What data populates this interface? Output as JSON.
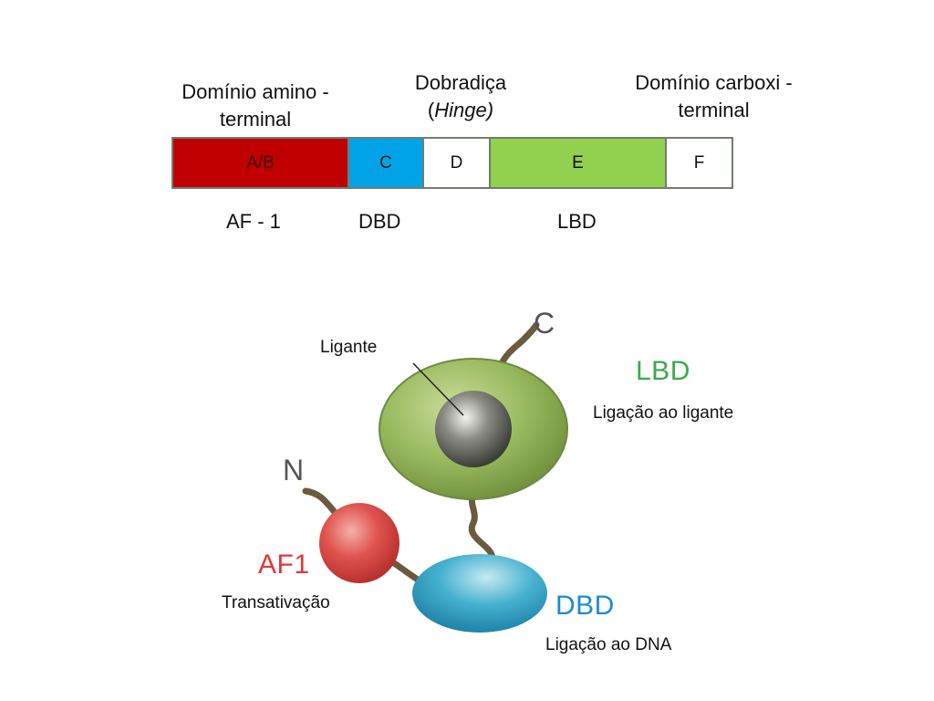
{
  "bar_diagram": {
    "headers": {
      "amino": "Domínio amino - terminal",
      "hinge_line1": "Dobradiça",
      "hinge_open": "(",
      "hinge_italic": "Hinge)",
      "carboxi": "Domínio carboxi - terminal"
    },
    "segments": [
      {
        "label": "A/B",
        "color": "#c00000"
      },
      {
        "label": "C",
        "color": "#00a3e8"
      },
      {
        "label": "D",
        "color": "#ffffff"
      },
      {
        "label": "E",
        "color": "#92d050"
      },
      {
        "label": "F",
        "color": "#ffffff"
      }
    ],
    "regions": {
      "af1": "AF - 1",
      "dbd": "DBD",
      "lbd": "LBD"
    }
  },
  "protein_diagram": {
    "terminal_n": "N",
    "terminal_c": "C",
    "ligand_label": "Ligante",
    "lbd_title": "LBD",
    "lbd_desc": "Ligação ao ligante",
    "af1_title": "AF1",
    "af1_desc": "Transativação",
    "dbd_title": "DBD",
    "dbd_desc": "Ligação ao DNA",
    "colors": {
      "lbd": "#8db552",
      "ligand": "#5a5d55",
      "af1": "#e0373a",
      "dbd": "#2aa3c9",
      "linker": "#6b5a3e"
    }
  }
}
